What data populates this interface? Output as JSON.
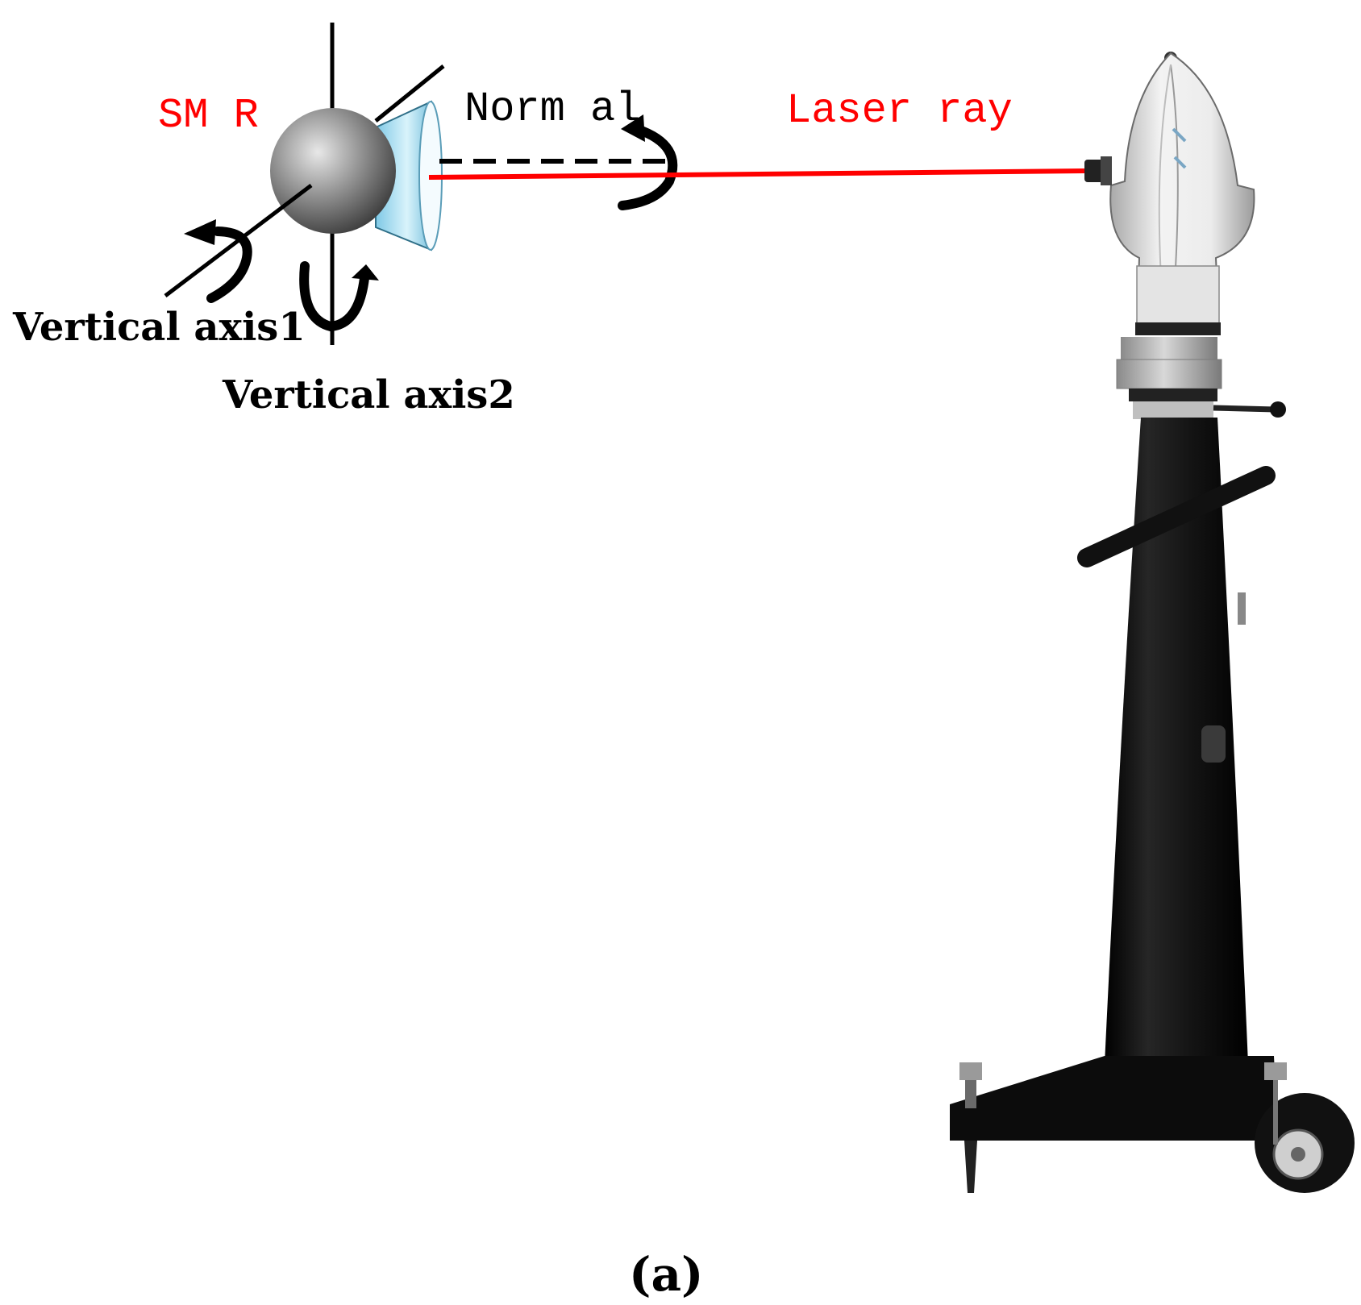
{
  "labels": {
    "smr": "SM R",
    "normal": "Norm al",
    "laser_ray": "Laser ray",
    "vertical_axis1": "Vertical axis1",
    "vertical_axis2": "Vertical axis2",
    "caption": "(a)"
  },
  "colors": {
    "laser": "#ff0000",
    "label_red": "#ff0000",
    "axis": "#000000",
    "tracker_body": "#111111",
    "tracker_head": "#dedede"
  },
  "icons": {
    "smr": "smr-reflector-icon",
    "tracker": "laser-tracker-icon"
  }
}
